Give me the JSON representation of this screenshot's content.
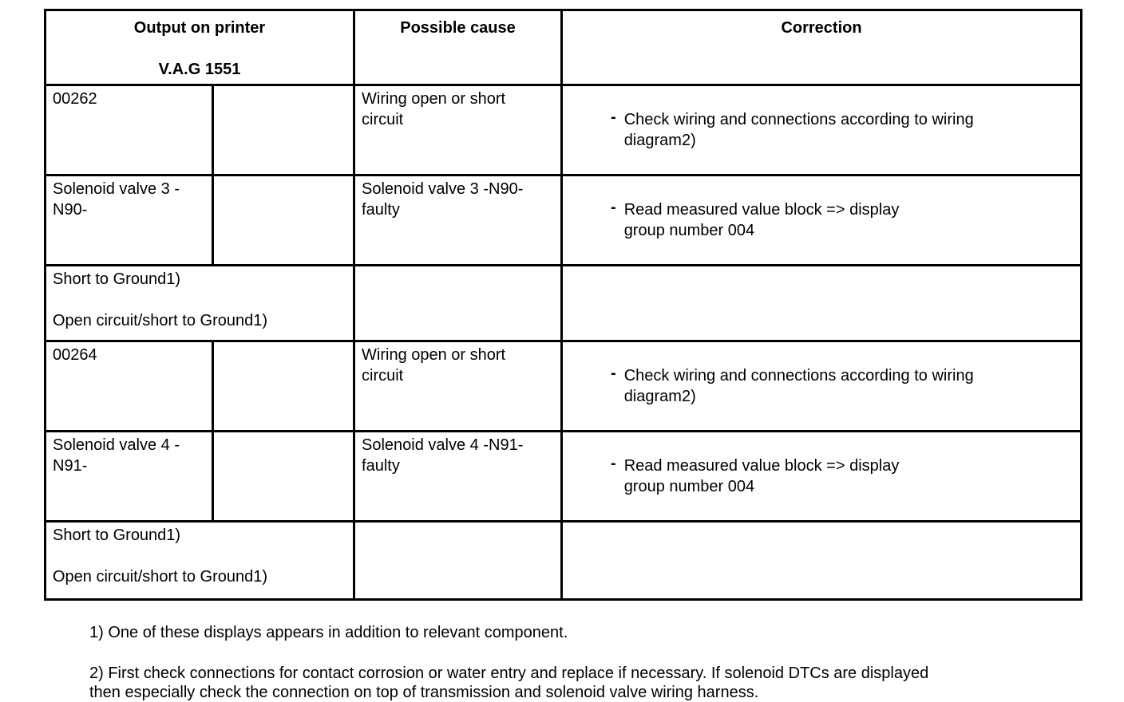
{
  "page": {
    "background": "#ffffff",
    "text_color": "#000000",
    "border_color": "#000000"
  },
  "table": {
    "headers": {
      "output_on_printer": "Output on printer\n\nV.A.G 1551",
      "possible_cause": "Possible cause",
      "correction": "Correction"
    },
    "bullet": "-",
    "rows": [
      {
        "printer_output": "00262",
        "cause": "Wiring open or short\ncircuit",
        "correction": "Check wiring and connections according to wiring\ndiagram2)"
      },
      {
        "printer_output": "Solenoid valve 3 -\nN90-",
        "cause": "Solenoid valve 3 -N90-\nfaulty",
        "correction": "Read measured value block => display\ngroup number 004"
      },
      {
        "printer_output": "Short to Ground1)\n\nOpen circuit/short to Ground1)"
      },
      {
        "printer_output": "00264",
        "cause": "Wiring open or short\ncircuit",
        "correction": "Check wiring and connections according to wiring\ndiagram2)"
      },
      {
        "printer_output": "Solenoid valve 4 -\nN91-",
        "cause": "Solenoid valve 4 -N91-\nfaulty",
        "correction": "Read measured value block => display\ngroup number 004"
      },
      {
        "printer_output": "Short to Ground1)\n\nOpen circuit/short to Ground1)"
      }
    ]
  },
  "footnotes": [
    "1) One of these displays appears in addition to relevant component.",
    "2) First check connections for contact corrosion or water entry and replace if necessary. If solenoid DTCs are displayed\nthen especially check the connection on top of transmission and solenoid valve wiring harness."
  ]
}
